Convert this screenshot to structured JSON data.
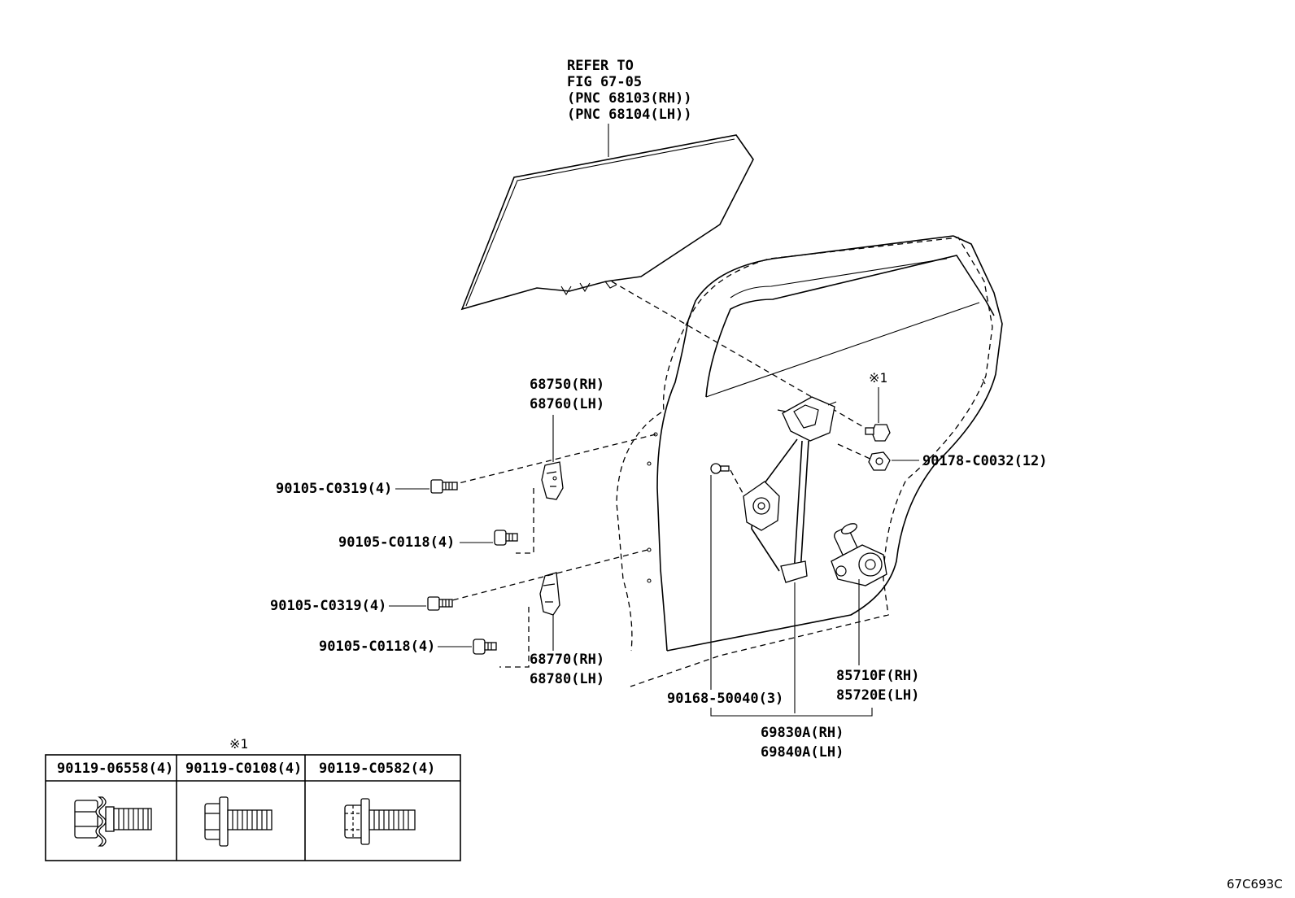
{
  "figure_id": "67C693C",
  "glass_callout": {
    "lines": [
      "REFER TO",
      "FIG 67-05",
      "(PNC 68103(RH))",
      "(PNC 68104(LH))"
    ]
  },
  "labels": {
    "upper_hinge_rh": "68750(RH)",
    "upper_hinge_lh": "68760(LH)",
    "lower_hinge_rh": "68770(RH)",
    "lower_hinge_lh": "68780(LH)",
    "bolt_c0319_upper": "90105-C0319(4)",
    "bolt_c0118_upper": "90105-C0118(4)",
    "bolt_c0319_lower": "90105-C0319(4)",
    "bolt_c0118_lower": "90105-C0118(4)",
    "nut": "90178-C0032(12)",
    "note_mark": "※1",
    "screw": "90168-50040(3)",
    "regulator_rh": "69830A(RH)",
    "regulator_lh": "69840A(LH)",
    "motor_rh": "85710F(RH)",
    "motor_lh": "85720E(LH)"
  },
  "bolt_table": {
    "columns": [
      {
        "part": "90119-06558(4)",
        "note": "",
        "icon": "bolt-with-washer-icon"
      },
      {
        "part": "90119-C0108(4)",
        "note": "※1",
        "icon": "flange-bolt-icon"
      },
      {
        "part": "90119-C0582(4)",
        "note": "",
        "icon": "flange-bolt-long-icon"
      }
    ]
  }
}
